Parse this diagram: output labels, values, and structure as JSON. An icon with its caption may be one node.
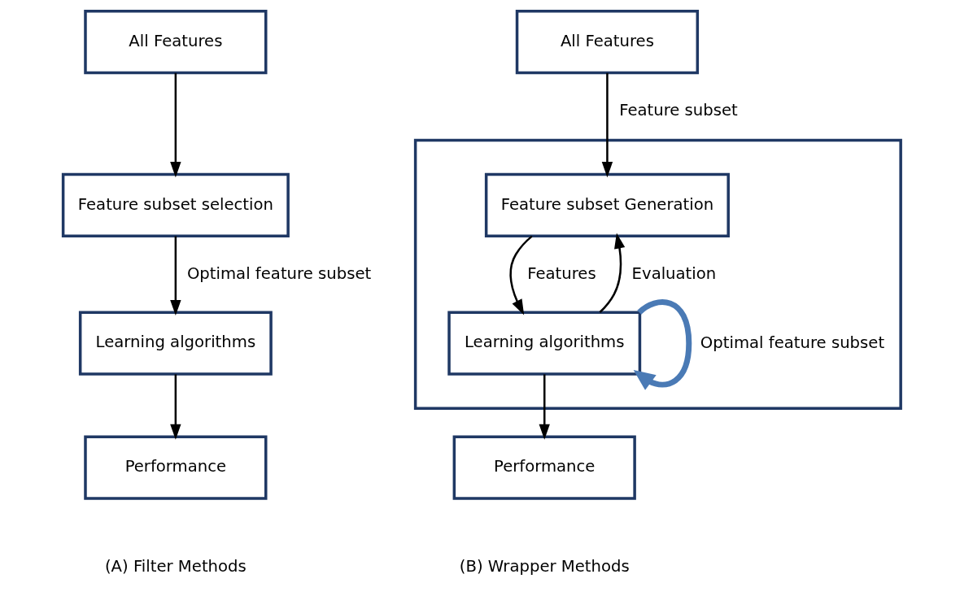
{
  "diagram": {
    "nodes": [
      {
        "text": [
          "All Features"
        ]
      },
      {
        "text": [
          "Feature subset selection"
        ]
      },
      {
        "text": [
          "Learning algorithms"
        ]
      },
      {
        "text": [
          "Performance"
        ]
      },
      {
        "text": [
          "All Features"
        ]
      },
      {
        "text": [],
        "shape": "box"
      },
      {
        "text": [
          "Feature subset Generation"
        ],
        "in": 5
      },
      {
        "text": [
          "Learning algorithms"
        ],
        "in": 5
      },
      {
        "text": [
          "Performance"
        ]
      }
    ],
    "edges": [
      {
        "from": 0,
        "to": 1,
        "arrow": "to"
      },
      {
        "from": 1,
        "to": 2,
        "arrow": "to",
        "label": "Optimal feature subset"
      },
      {
        "from": 2,
        "to": 3,
        "arrow": "to"
      },
      {
        "from": 4,
        "to": 6,
        "arrow": "to",
        "label": "Feature subset"
      },
      {
        "from": 6,
        "to": 7,
        "arrow": "to",
        "label": "Features"
      },
      {
        "from": 7,
        "to": 6,
        "arrow": "to",
        "label": "Evaluation"
      },
      {
        "from": 7,
        "to": 7,
        "arrow": "to",
        "label": "Optimal feature subset",
        "style": "thick",
        "color": "#4a7ab5"
      },
      {
        "from": 7,
        "to": 8,
        "arrow": "to"
      }
    ],
    "labels": [
      "(A) Filter Methods",
      "(B) Wrapper Methods"
    ]
  }
}
